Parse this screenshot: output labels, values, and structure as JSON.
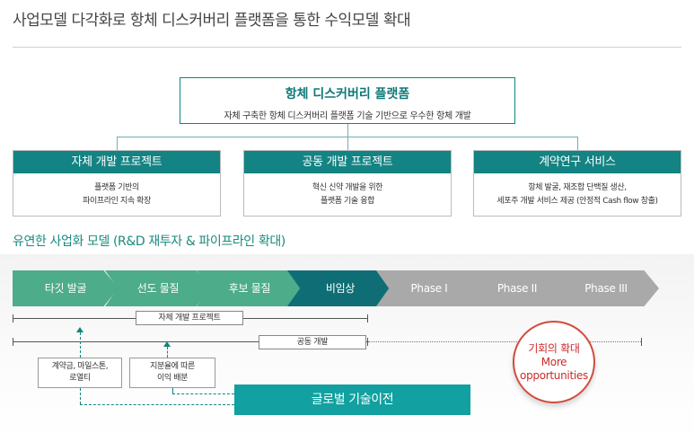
{
  "page_title": "사업모델 다각화로 항체 디스커버리 플랫폼을 통한 수익모델 확대",
  "platform": {
    "title": "항체 디스커버리 플랫폼",
    "description": "자체 구축한 항체 디스커버리 플랫폼 기술 기반으로 우수한 항체 개발"
  },
  "projects": [
    {
      "title": "자체 개발 프로젝트",
      "lines": [
        "플랫폼 기반의",
        "파이프라인 지속 확장"
      ]
    },
    {
      "title": "공동 개발 프로젝트",
      "lines": [
        "혁신 신약 개발을 위한",
        "플랫폼 기술 융합"
      ]
    },
    {
      "title": "계약연구 서비스",
      "lines": [
        "항체 발굴, 재조합 단백질 생산,",
        "세포주 개발 서비스 제공 (안정적 Cash flow 창출)"
      ]
    }
  ],
  "section_title": "유연한 사업화 모델 (R&D 재투자 & 파이프라인 확대)",
  "stages": [
    "타깃 발굴",
    "선도 물질",
    "후보 물질",
    "비임상",
    "Phase I",
    "Phase II",
    "Phase III"
  ],
  "timeline": {
    "in_house_label": "자체 개발 프로젝트",
    "co_dev_label": "공동 개발"
  },
  "revenue": {
    "upfront_lines": [
      "계약금, 마일스톤,",
      "로열티"
    ],
    "profit_lines": [
      "지분율에 따른",
      "이익 배분"
    ]
  },
  "global_transfer": "글로벌 기술이전",
  "opportunity": {
    "title": "기회의 확대",
    "line1": "More",
    "line2": "opportunities"
  },
  "colors": {
    "teal_header": "#138383",
    "stage_light": "#4dac8a",
    "stage_dark": "#0f6e75",
    "stage_gray": "#a9a9a9",
    "transfer": "#12a0a0",
    "circle_red": "#cc2b2b"
  }
}
